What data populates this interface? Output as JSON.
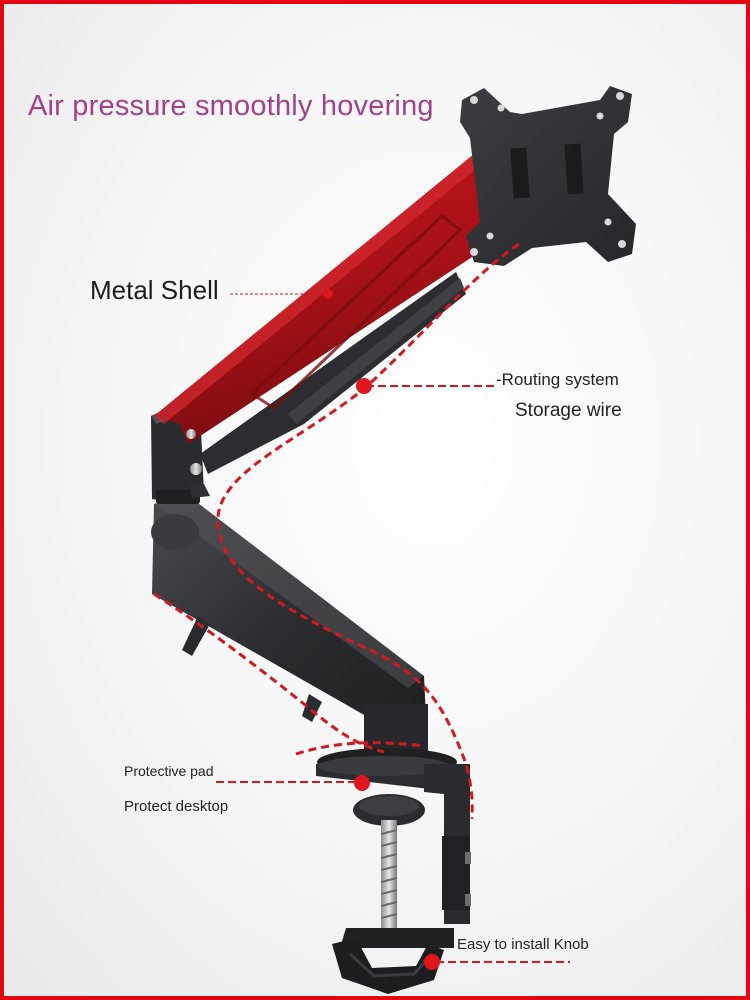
{
  "headline": "Air pressure smoothly hovering",
  "labels": {
    "metal_shell": "Metal Shell",
    "routing_system": "-Routing system",
    "storage_wire": "Storage wire",
    "protective_pad": "Protective pad",
    "protect_desktop": "Protect desktop",
    "easy_knob": "Easy to install Knob"
  },
  "colors": {
    "frame": "#e30613",
    "headline": "#a3418e",
    "accent_red": "#b01218",
    "arm_dark": "#2f3033",
    "callout": "#e0161c"
  }
}
